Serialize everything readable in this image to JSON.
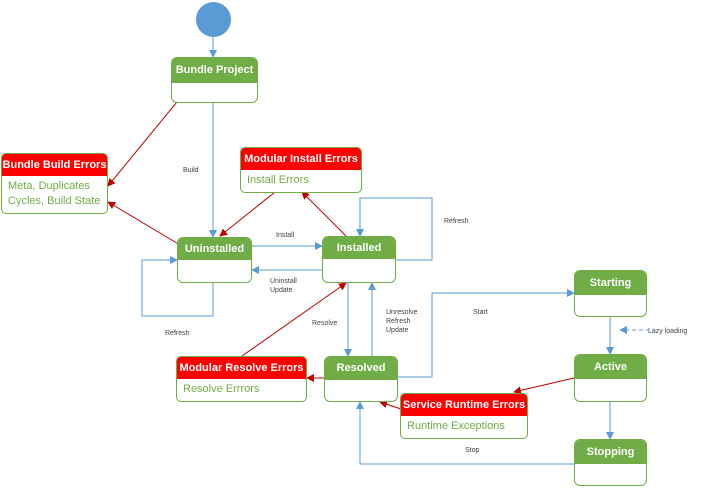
{
  "states": {
    "bundle_project": "Bundle Project",
    "uninstalled": "Uninstalled",
    "installed": "Installed",
    "resolved": "Resolved",
    "starting": "Starting",
    "active": "Active",
    "stopping": "Stopping"
  },
  "errors": {
    "bundle_build": {
      "title": "Bundle Build Errors",
      "line1": "Meta, Duplicates",
      "line2": "Cycles, Build State"
    },
    "modular_install": {
      "title": "Modular Install Errors",
      "line1": "Install Errors"
    },
    "modular_resolve": {
      "title": "Modular Resolve Errors",
      "line1": "Resolve Errrors"
    },
    "service_runtime": {
      "title": "Service Runtime Errors",
      "line1": "Runtime Exceptions"
    }
  },
  "transitions": {
    "build": "Build",
    "install": "Install",
    "uninstall": "Uninstall",
    "update": "Update",
    "refresh_installed": "Refresh",
    "refresh_uninstalled": "Refresh",
    "resolve": "Resolve",
    "unresolve": "Unresolve",
    "refresh_resolved": "Refresh",
    "update_resolved": "Update",
    "start": "Start",
    "lazy_loading": "Lazy loading",
    "stop": "Stop"
  },
  "colors": {
    "state_fill": "#70ad47",
    "error_header": "#ff0000",
    "flow_arrow": "#5b9bd5",
    "error_arrow": "#c00000",
    "start_node": "#5b9bd5"
  }
}
